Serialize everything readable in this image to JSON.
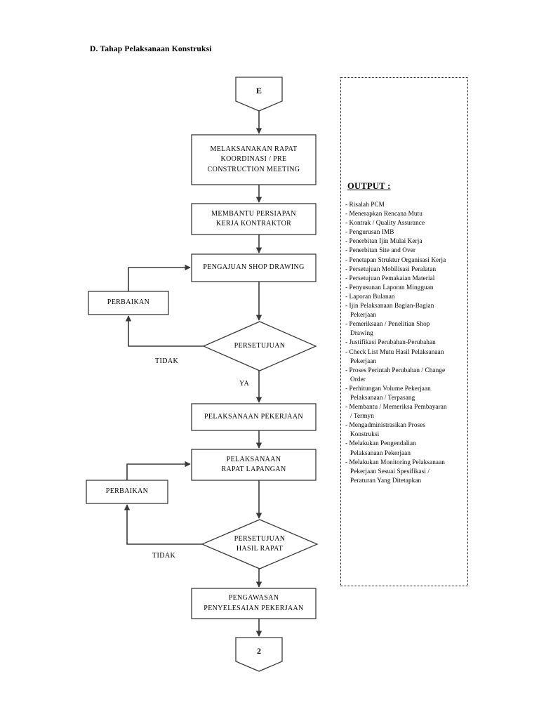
{
  "title": "D. Tahap Pelaksanaan Konstruksi",
  "flowchart": {
    "nodes": {
      "start_connector": "E",
      "n1": "MELAKSANAKAN RAPAT\nKOORDINASI / PRE\nCONSTRUCTION MEETING",
      "n2": "MEMBANTU PERSIAPAN\nKERJA KONTRAKTOR",
      "n3": "PENGAJUAN SHOP DRAWING",
      "fix1": "PERBAIKAN",
      "d1": "PERSETUJUAN",
      "n4": "PELAKSANAAN PEKERJAAN",
      "n5": "PELAKSANAAN\nRAPAT LAPANGAN",
      "fix2": "PERBAIKAN",
      "d2": "PERSETUJUAN\nHASIL RAPAT",
      "n6": "PENGAWASAN\nPENYELESAIAN PEKERJAAN",
      "end_connector": "2"
    },
    "edge_labels": {
      "no1": "TIDAK",
      "yes1": "YA",
      "no2": "TIDAK"
    }
  },
  "output_panel": {
    "heading": "OUTPUT :",
    "items": [
      "- Risalah PCM",
      "- Menerapkan Rencana Mutu",
      "- Kontrak / Quality Assurance",
      "- Pengurusan IMB",
      "- Penerbitan Ijin Mulai Kerja",
      "- Penerbitan Site and Over",
      "- Penetapan Struktur Organisasi Kerja",
      "- Persetujuan Mobilisasi Peralatan",
      "- Persetujuan Pemakaian Material",
      "- Penyusunan Laporan Mingguan",
      "- Laporan Bulanan",
      "- Ijin Pelaksanaan Bagian-Bagian\nPekerjaan",
      "- Pemeriksaan / Penelitian Shop\nDrawing",
      "- Justifikasi Perubahan-Perubahan",
      "- Check List Mutu Hasil Pelaksanaan\nPekerjaan",
      "- Proses Perintah Perubahan / Change\nOrder",
      "- Perhitungan Volume Pekerjaan\nPelaksanaan / Terpasang",
      "- Membantu / Memeriksa Pembayaran\n/ Termyn",
      "- Mengadministrasikan Proses\nKonstruksi",
      "- Melakukan Pengendalian\nPelaksanaan Pekerjaan",
      "- Melakukan Monitoring Pelaksanaan\nPekerjaan Sesuai Spesifikasi /\nPeraturan Yang Ditetapkan"
    ]
  },
  "colors": {
    "stroke": "#3a3a3a",
    "text": "#000000",
    "panel_border": "#111111"
  }
}
